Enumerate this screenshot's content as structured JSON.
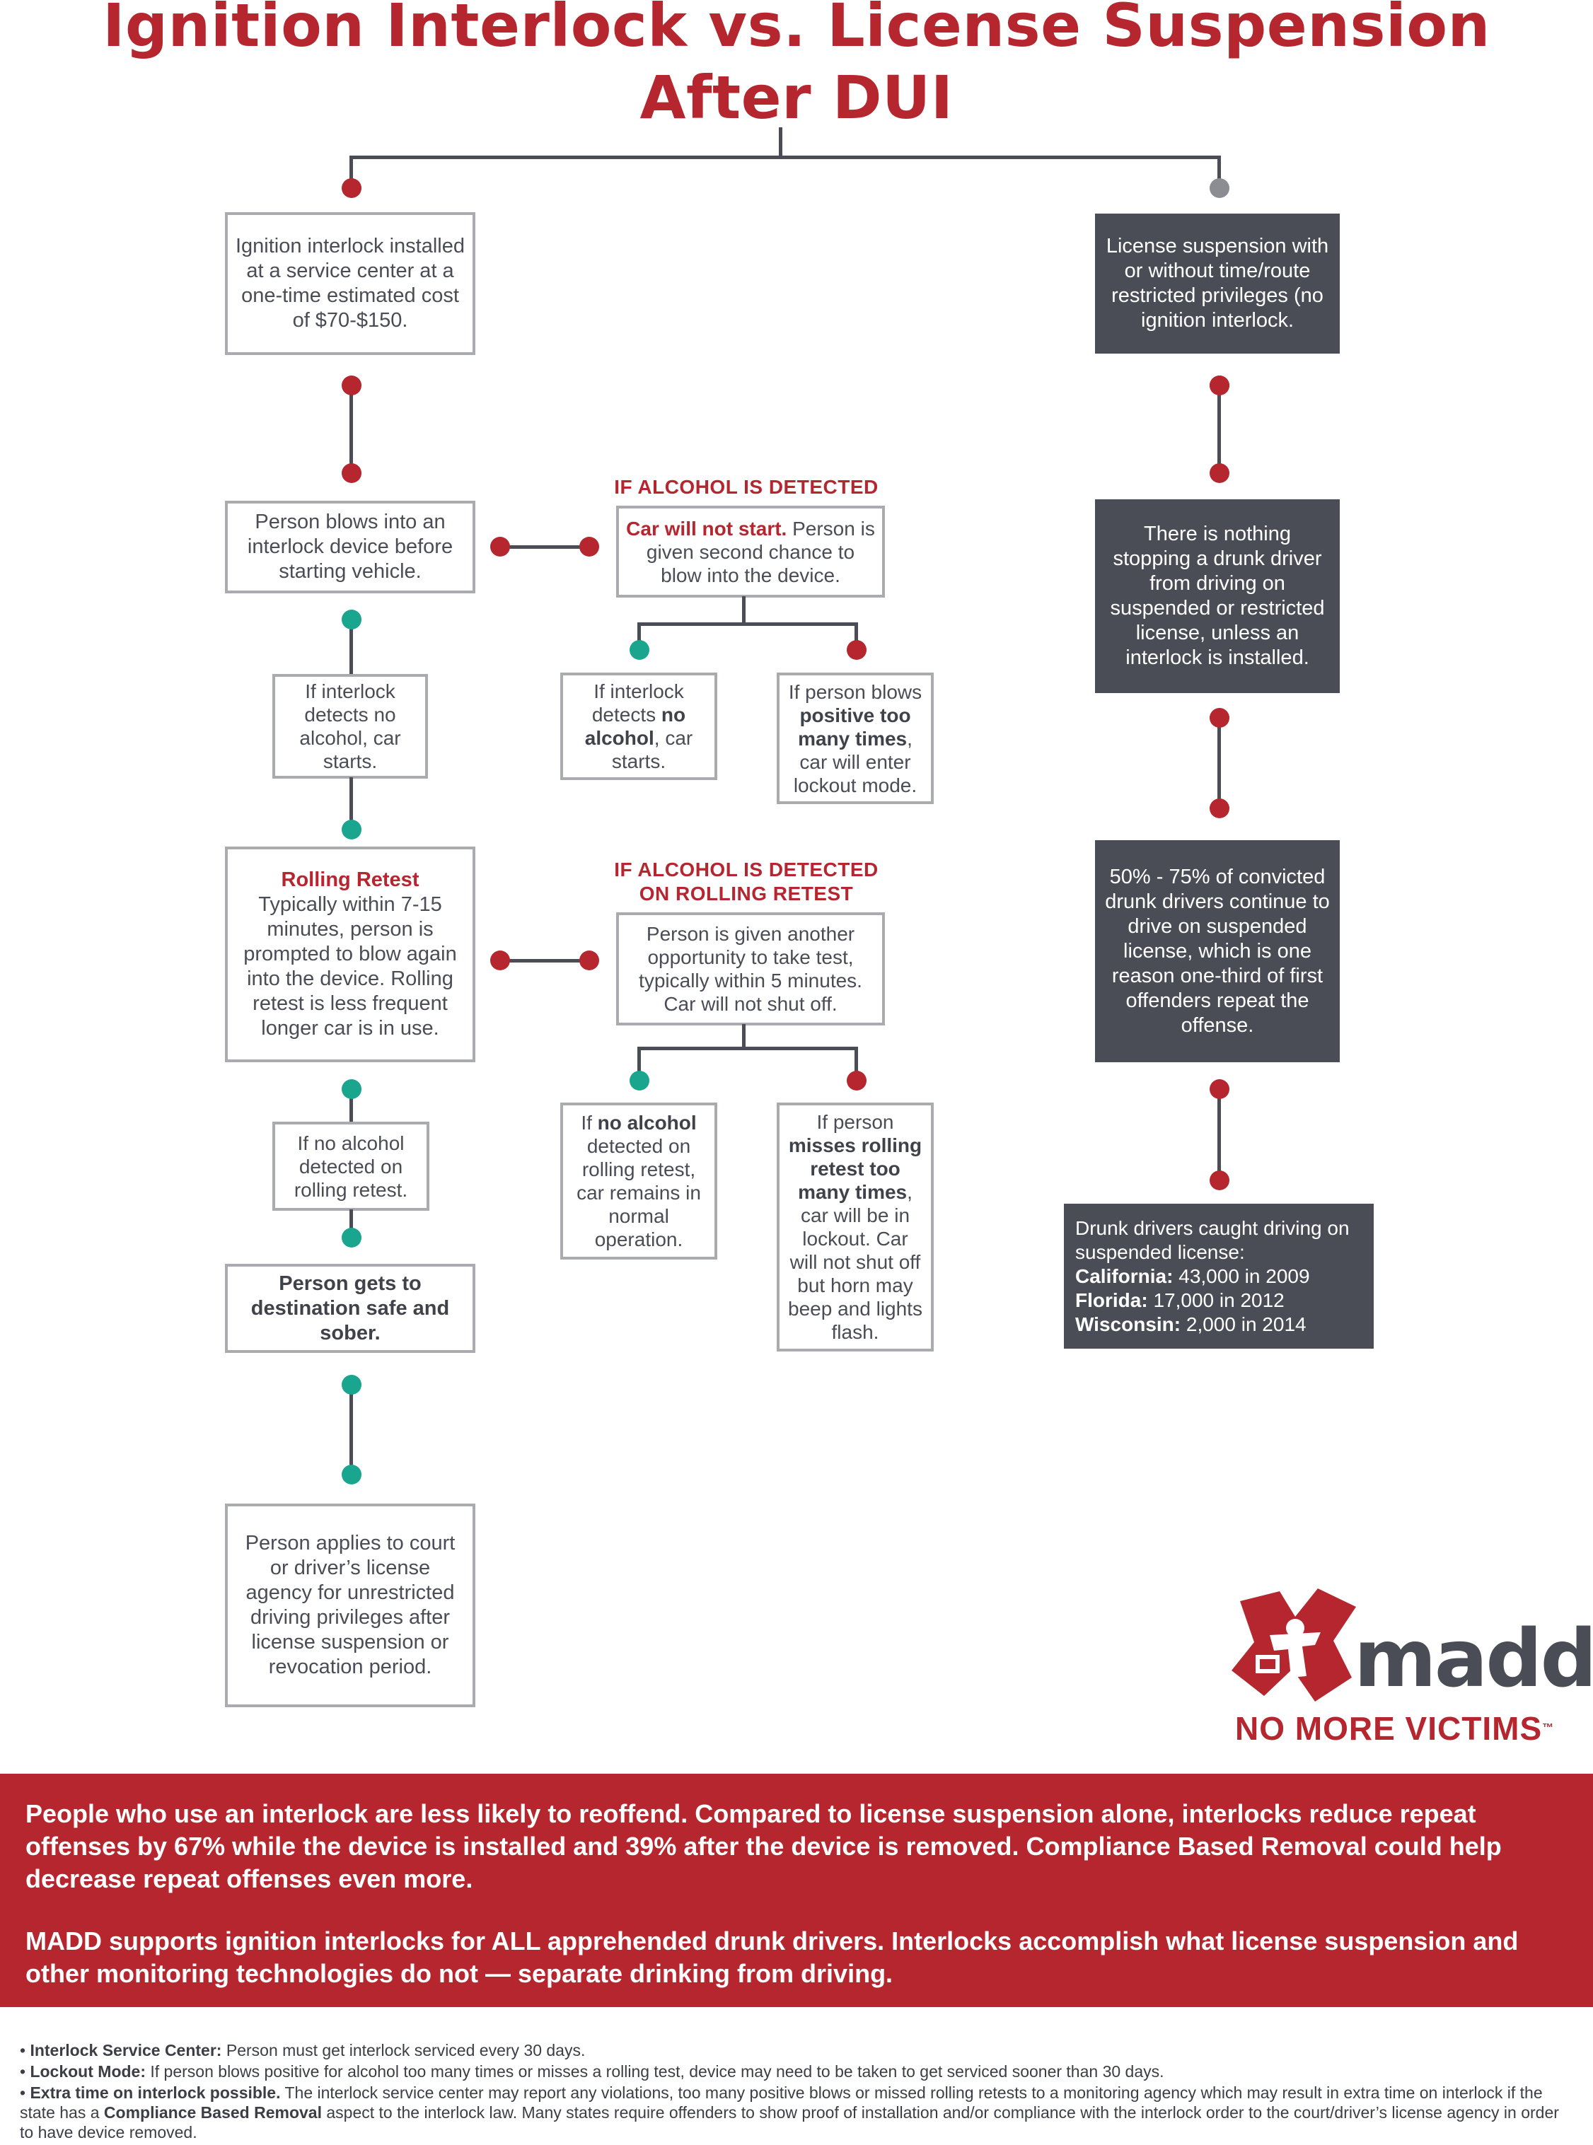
{
  "title": {
    "line1": "Ignition Interlock vs. License Suspension",
    "line2": "After DUI"
  },
  "left": {
    "box1": "Ignition interlock installed at a service center at a one-time estimated cost of $70-$150.",
    "box2": "Person blows into an interlock device before starting vehicle.",
    "box3": "If interlock detects no alcohol, car starts.",
    "box4_title": "Rolling Retest",
    "box4_text": "Typically within 7-15 minutes, person is prompted to blow again into the device. Rolling retest is less frequent longer car is in use.",
    "box5": "If no alcohol detected on rolling retest.",
    "box6": "Person gets to destination safe and sober.",
    "box7": "Person applies to court or driver’s license agency for unrestricted driving privileges after license suspension or revocation period."
  },
  "middle": {
    "heading1": "IF ALCOHOL IS DETECTED",
    "box1_bold": "Car will not start.",
    "box1_text": " Person is given second chance to blow into the device.",
    "box2_pre": "If interlock detects ",
    "box2_bold": "no alcohol",
    "box2_post": ", car starts.",
    "box3_pre": "If person blows ",
    "box3_bold": "positive too many times",
    "box3_post": ", car will enter lockout mode.",
    "heading2_line1": "IF ALCOHOL IS DETECTED",
    "heading2_line2": "ON ROLLING RETEST",
    "box4": "Person is given another opportunity to take test, typically within 5 minutes. Car will not shut off.",
    "box5_pre": "If ",
    "box5_bold": "no alcohol",
    "box5_post": " detected on rolling retest, car remains in normal operation.",
    "box6_pre": "If person ",
    "box6_bold": "misses rolling retest too many times",
    "box6_post": ", car will be in lockout. Car will not shut off but horn may beep and lights flash."
  },
  "right": {
    "box1": "License suspension with or without time/route restricted privileges (no ignition interlock.",
    "box2": "There is nothing stopping a drunk driver from driving on suspended or restricted license, unless an interlock is installed.",
    "box3": "50% - 75% of convicted drunk drivers continue to drive on suspended license, which is one reason one-third of first offenders repeat the offense.",
    "box4_intro": "Drunk drivers caught driving on suspended license:",
    "stats": [
      {
        "state": "California:",
        "value": " 43,000 in 2009"
      },
      {
        "state": "Florida:",
        "value": " 17,000 in 2012"
      },
      {
        "state": "Wisconsin:",
        "value": " 2,000 in 2014"
      }
    ]
  },
  "logo": {
    "word": "madd",
    "reg": "®",
    "slogan": "NO MORE VICTIMS",
    "tm": "™"
  },
  "banner": {
    "p1": "People who use an interlock are less likely to reoffend. Compared to license suspension alone, interlocks reduce repeat offenses by 67% while the device is installed and 39% after the device is removed. Compliance Based Removal could help decrease repeat offenses even more.",
    "p2": "MADD supports ignition interlocks for ALL apprehended drunk drivers. Interlocks accomplish what license suspension and other monitoring technologies do not — separate drinking from driving."
  },
  "footer": {
    "n1_label": "Interlock Service Center:",
    "n1_text": " Person must get interlock serviced every 30 days.",
    "n2_label": "Lockout Mode:",
    "n2_text": " If person blows positive for alcohol too many times or misses a rolling test, device may need to be taken to get serviced sooner than 30 days.",
    "n3_label": "Extra time on interlock possible.",
    "n3_text_a": " The interlock service center may report any violations, too many positive blows or missed rolling retests to a monitoring agency which may result in extra time on interlock if the state has a ",
    "n3_bold": "Compliance Based Removal",
    "n3_text_b": " aspect to the interlock law. Many states require offenders to show proof of installation and/or compliance with the interlock order to the court/driver’s license agency in order to have device removed."
  },
  "colors": {
    "red": "#b5262f",
    "teal": "#1aa58f",
    "dark": "#4a4d55",
    "gray": "#8b8d92"
  }
}
